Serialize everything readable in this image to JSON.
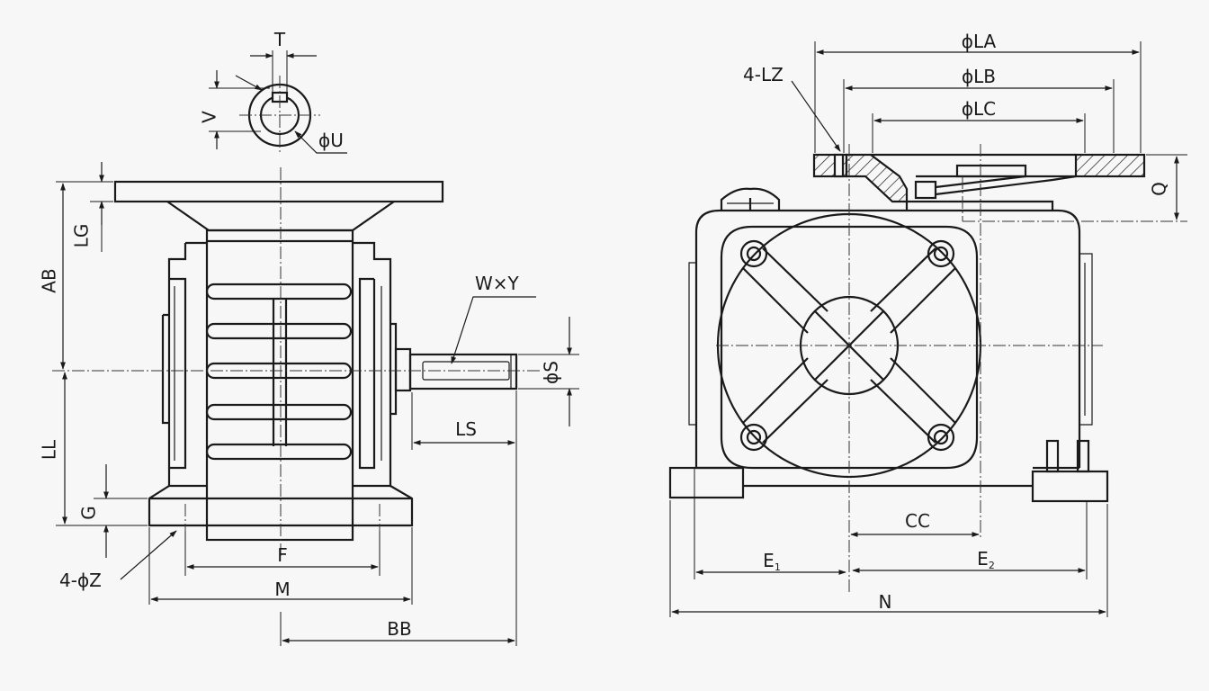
{
  "labels": {
    "T": "T",
    "V": "V",
    "U": "ϕU",
    "LG": "LG",
    "AB": "AB",
    "LL": "LL",
    "G": "G",
    "Z": "4-ϕZ",
    "F": "F",
    "M": "M",
    "BB": "BB",
    "WY": "W×Y",
    "S": "ϕS",
    "LS": "LS",
    "LA": "ϕLA",
    "LB": "ϕLB",
    "LC": "ϕLC",
    "LZ": "4-LZ",
    "Q": "Q",
    "CC": "CC",
    "E1": "E",
    "E1_sub": "1",
    "E2": "E",
    "E2_sub": "2",
    "N": "N"
  }
}
